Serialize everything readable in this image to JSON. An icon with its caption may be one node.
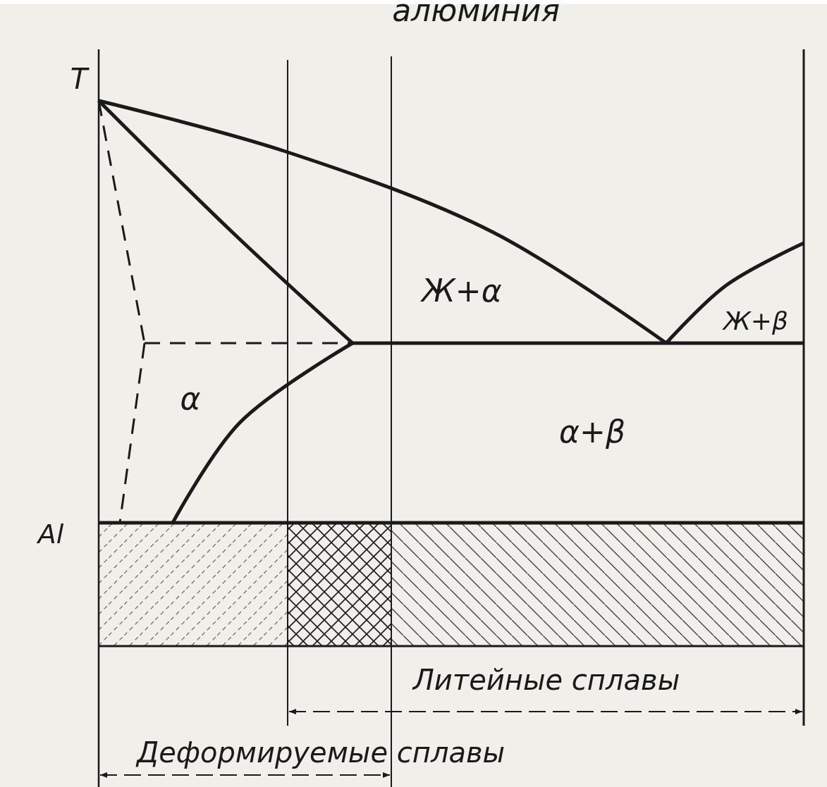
{
  "diagram": {
    "title": "алюминия",
    "labels": [
      "T",
      "Ж+α",
      "Ж+β",
      "α",
      "α+β",
      "Al",
      "Литейные сплавы",
      "Деформируемые сплавы"
    ]
  }
}
